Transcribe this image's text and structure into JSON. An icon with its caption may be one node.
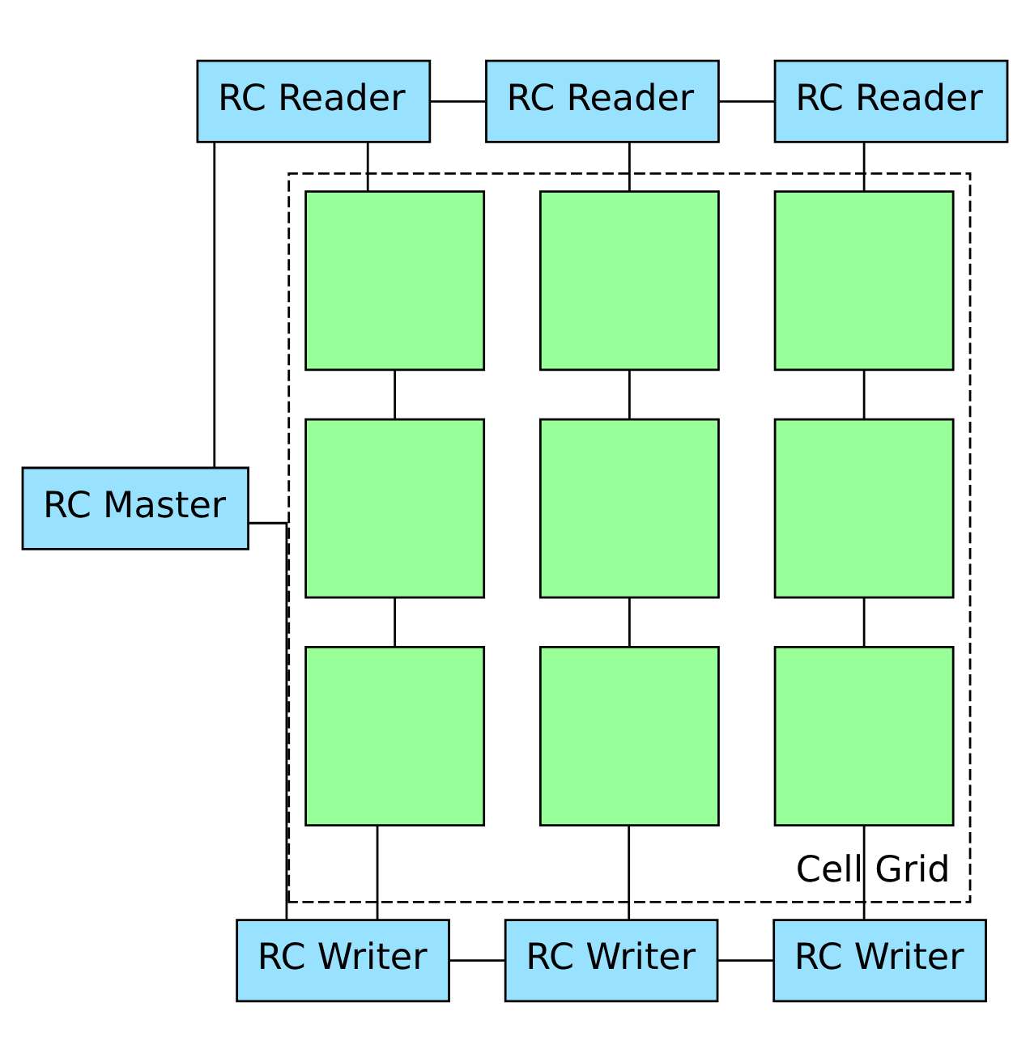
{
  "diagram": {
    "nodes": [
      {
        "text": [
          "RC Master"
        ]
      },
      {
        "text": [
          "RC Reader"
        ]
      },
      {
        "text": [
          "RC Reader"
        ]
      },
      {
        "text": [
          "RC Reader"
        ]
      },
      {
        "text": [
          "Cell Grid"
        ]
      },
      {
        "text": [],
        "shape": "box",
        "in": 4
      },
      {
        "text": [],
        "shape": "box",
        "in": 4
      },
      {
        "text": [],
        "shape": "box",
        "in": 4
      },
      {
        "text": [],
        "shape": "box",
        "in": 4
      },
      {
        "text": [],
        "shape": "box",
        "in": 4
      },
      {
        "text": [],
        "shape": "box",
        "in": 4
      },
      {
        "text": [],
        "shape": "box",
        "in": 4
      },
      {
        "text": [],
        "shape": "box",
        "in": 4
      },
      {
        "text": [],
        "shape": "box",
        "in": 4
      },
      {
        "text": [
          "RC Writer"
        ]
      },
      {
        "text": [
          "RC Writer"
        ]
      },
      {
        "text": [
          "RC Writer"
        ]
      }
    ],
    "edges": [
      {
        "from": 0,
        "to": 1,
        "arrow": "none"
      },
      {
        "from": 1,
        "to": 2,
        "arrow": "none"
      },
      {
        "from": 2,
        "to": 3,
        "arrow": "none"
      },
      {
        "from": 0,
        "to": 14,
        "arrow": "none"
      },
      {
        "from": 14,
        "to": 15,
        "arrow": "none"
      },
      {
        "from": 15,
        "to": 16,
        "arrow": "none"
      },
      {
        "from": 1,
        "to": 5,
        "arrow": "none"
      },
      {
        "from": 2,
        "to": 6,
        "arrow": "none"
      },
      {
        "from": 3,
        "to": 7,
        "arrow": "none"
      },
      {
        "from": 5,
        "to": 8,
        "arrow": "none"
      },
      {
        "from": 6,
        "to": 9,
        "arrow": "none"
      },
      {
        "from": 7,
        "to": 10,
        "arrow": "none"
      },
      {
        "from": 8,
        "to": 11,
        "arrow": "none"
      },
      {
        "from": 9,
        "to": 12,
        "arrow": "none"
      },
      {
        "from": 10,
        "to": 13,
        "arrow": "none"
      },
      {
        "from": 11,
        "to": 14,
        "arrow": "none"
      },
      {
        "from": 12,
        "to": 15,
        "arrow": "none"
      },
      {
        "from": 13,
        "to": 16,
        "arrow": "none"
      }
    ]
  }
}
